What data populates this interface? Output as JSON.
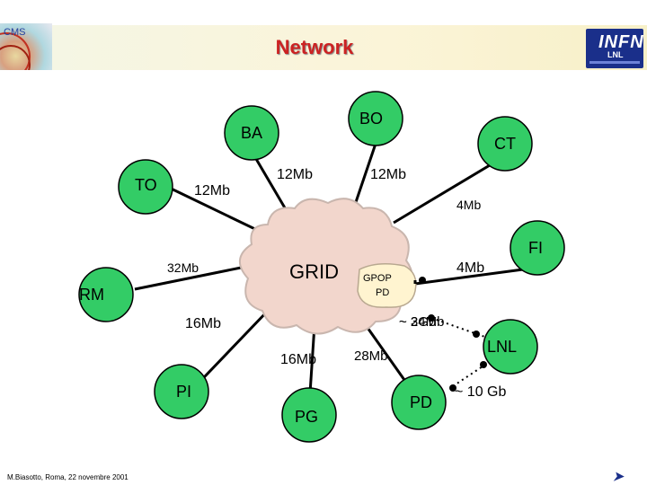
{
  "header": {
    "title": "Network",
    "left_logo_text": "CMS",
    "right_logo_text": "INFN",
    "right_logo_sub": "LNL"
  },
  "nodes": {
    "bo": "BO",
    "ba": "BA",
    "ct": "CT",
    "to": "TO",
    "fi": "FI",
    "rm": "RM",
    "pi": "PI",
    "pg": "PG",
    "pd": "PD",
    "lnl": "LNL",
    "grid": "GRID",
    "gpop_line1": "GPOP",
    "gpop_line2": "PD"
  },
  "bandwidths": {
    "to_link": "12Mb",
    "ba_link": "12Mb",
    "bo_link": "12Mb",
    "ct_link": "4Mb",
    "fi_link": "4Mb",
    "rm_link": "32Mb",
    "pi_link": "16Mb",
    "pg_link": "16Mb",
    "pd_link": "28Mb",
    "gpop_lnl": "~ 34Mb",
    "gpop_lnl_overlap": "~ 2Gb",
    "lnl_link": "~ 10 Gb"
  },
  "footer": {
    "author": "M.Biasotto, Roma, 22 novembre 2001"
  },
  "colors": {
    "node_fill": "#33cc66",
    "cloud_fill": "#f2d6cc",
    "gpop_fill": "#fff4d0",
    "title": "#cc2222"
  }
}
